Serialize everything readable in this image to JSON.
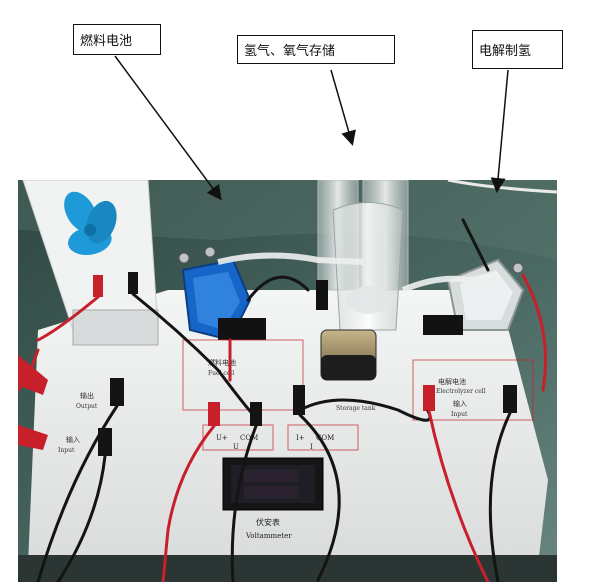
{
  "callouts": [
    {
      "label": "燃料电池"
    },
    {
      "label": "氢气、氧气存储"
    },
    {
      "label": "电解制氢"
    }
  ],
  "panel_labels": {
    "fuel_cell_cn": "燃料电池",
    "fuel_cell_en": "Fuel cell",
    "electrolyzer_cn": "电解电池",
    "electrolyzer_en": "Electrolyzer cell",
    "output_cn": "输出",
    "output_en": "Output",
    "input_cn": "输入",
    "input_en": "Input",
    "input2_cn": "输入",
    "input2_en": "Input",
    "storage_en": "Storage tank",
    "u_plus": "U+",
    "com1": "COM",
    "u": "U",
    "i_plus": "I+",
    "com2": "COM",
    "i": "I",
    "voltmeter_cn": "伏安表",
    "voltmeter_en": "Voltammeter"
  },
  "colors": {
    "board": "#eceeed",
    "red_wire": "#c8202b",
    "black_wire": "#141414",
    "fan_blue": "#1f9ad8",
    "cell_blue": "#1666c9",
    "background_green": "#3f5a54"
  }
}
